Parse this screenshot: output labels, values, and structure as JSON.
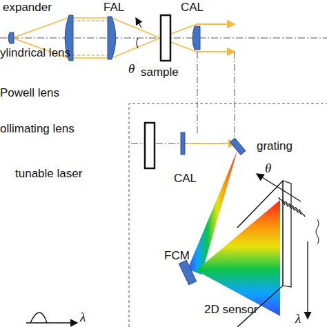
{
  "diagram": {
    "labels": [
      "expander",
      "FAL",
      "CAL",
      "θ",
      "ylindrical lens",
      "sample",
      "Powell lens",
      "ollimating lens",
      "tunable laser",
      "λ",
      "grating",
      "CAL",
      "FCM",
      "2D sensor",
      "θ",
      "λ"
    ]
  }
}
